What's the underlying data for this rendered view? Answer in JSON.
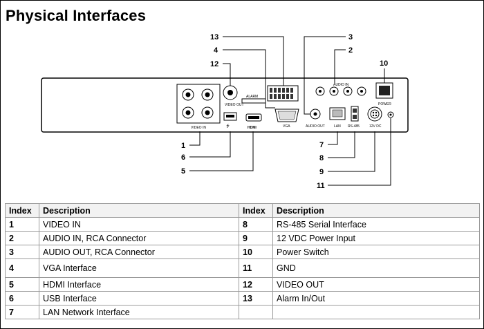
{
  "title": "Physical Interfaces",
  "diagram": {
    "panel_labels": {
      "video_in": "VIDEO IN",
      "video_out": "VIDEO OUT",
      "alarm": "ALARM",
      "hdmi": "HDMI",
      "vga": "VGA",
      "audio_out": "AUDIO OUT",
      "audio_in": "AUDIO IN",
      "lan": "LAN",
      "rs485": "RS-485",
      "power_in": "12V DC",
      "power": "POWER"
    },
    "callouts": [
      "13",
      "4",
      "12",
      "3",
      "2",
      "10",
      "1",
      "6",
      "5",
      "7",
      "8",
      "9",
      "11"
    ]
  },
  "table": {
    "headers": [
      "Index",
      "Description",
      "Index",
      "Description"
    ],
    "rows": [
      {
        "i1": "1",
        "d1": "VIDEO IN",
        "i2": "8",
        "d2": "RS-485 Serial Interface"
      },
      {
        "i1": "2",
        "d1": "AUDIO IN, RCA Connector",
        "i2": "9",
        "d2": "12 VDC Power Input"
      },
      {
        "i1": "3",
        "d1": "AUDIO OUT, RCA Connector",
        "i2": "10",
        "d2": "Power Switch"
      },
      {
        "i1": "4",
        "d1": "VGA Interface",
        "i2": "11",
        "d2": "GND"
      },
      {
        "i1": "5",
        "d1": "HDMI Interface",
        "i2": "12",
        "d2": "VIDEO OUT"
      },
      {
        "i1": "6",
        "d1": "USB Interface",
        "i2": "13",
        "d2": "Alarm In/Out"
      },
      {
        "i1": "7",
        "d1": "LAN Network Interface",
        "i2": "",
        "d2": ""
      }
    ]
  }
}
